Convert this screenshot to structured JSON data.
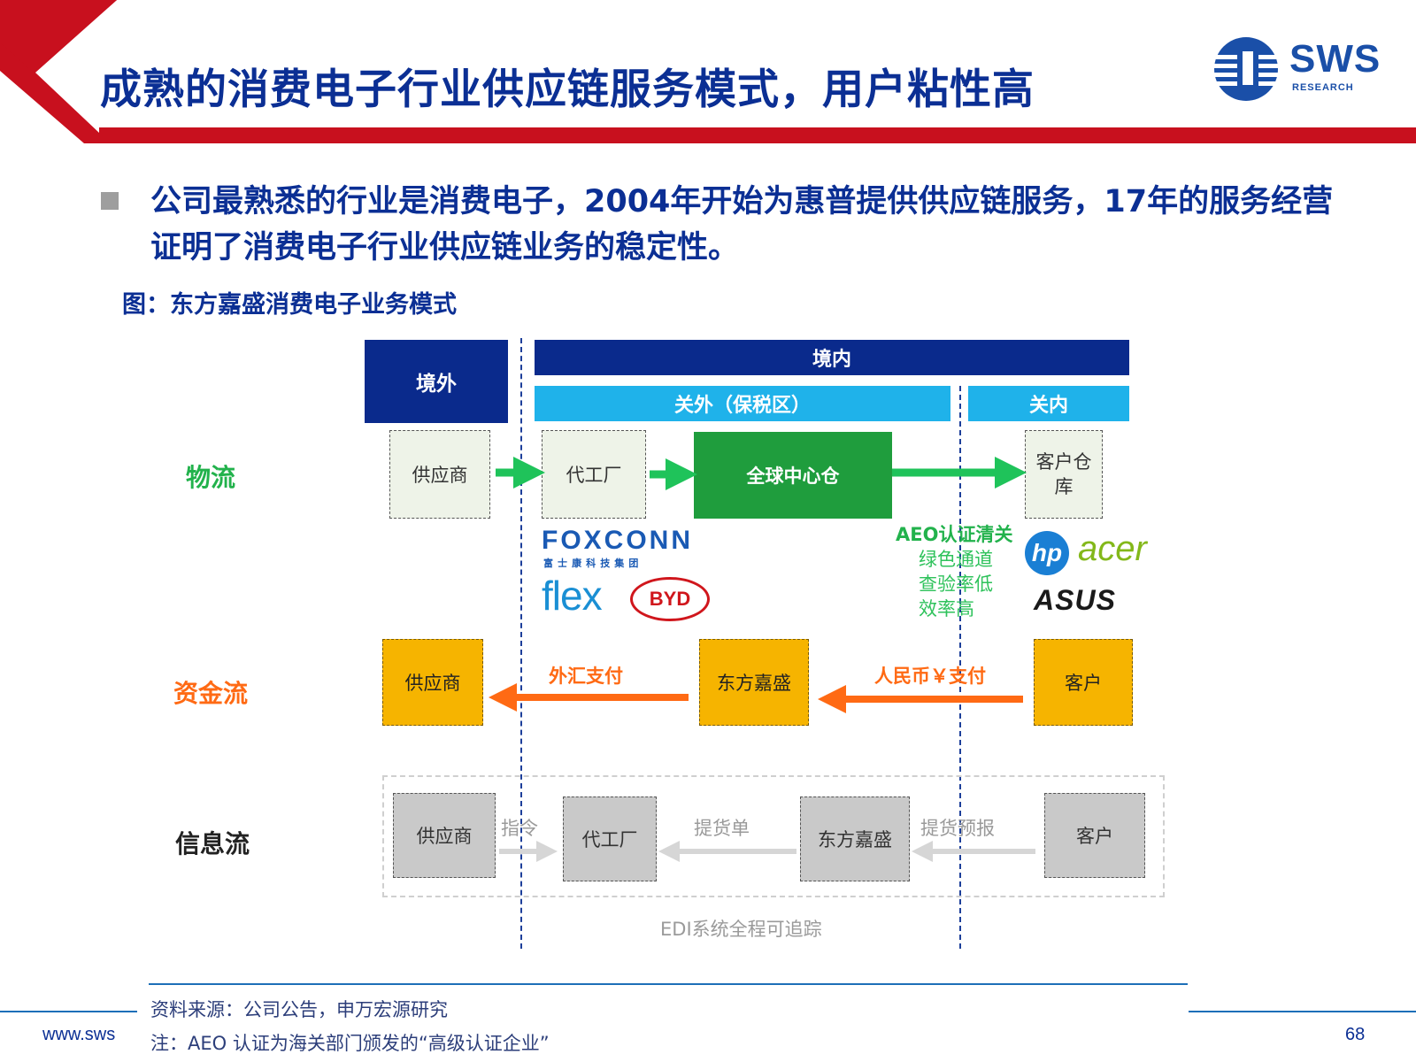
{
  "header": {
    "title": "成熟的消费电子行业供应链服务模式，用户粘性高",
    "logo_text": "SWS",
    "logo_sub": "RESEARCH",
    "accent_color": "#c8101e",
    "title_color": "#0b2f94"
  },
  "bullet": {
    "text": "公司最熟悉的行业是消费电子，2004年开始为惠普提供供应链服务，17年的服务经营证明了消费电子行业供应链业务的稳定性。"
  },
  "figure": {
    "caption": "图：东方嘉盛消费电子业务模式",
    "zones": {
      "overseas": "境外",
      "domestic": "境内",
      "bonded": "关外（保税区）",
      "inland": "关内"
    },
    "rows": {
      "logistics": "物流",
      "capital": "资金流",
      "info": "信息流"
    },
    "logistics": {
      "supplier": "供应商",
      "factory": "代工厂",
      "hub": "全球中心仓",
      "customer_wh": "客户仓库"
    },
    "aeo": {
      "title": "AEO认证清关",
      "line1": "绿色通道",
      "line2": "查验率低",
      "line3": "效率高"
    },
    "brands": {
      "foxconn": "FOXCONN",
      "foxconn_cn": "富 士 康 科 技 集 团",
      "flex": "flex",
      "byd": "BYD",
      "hp": "hp",
      "acer": "acer",
      "asus": "ASUS"
    },
    "capital": {
      "supplier": "供应商",
      "company": "东方嘉盛",
      "customer": "客户",
      "fx_pay": "外汇支付",
      "rmb_pay": "人民币￥支付"
    },
    "info": {
      "supplier": "供应商",
      "factory": "代工厂",
      "company": "东方嘉盛",
      "customer": "客户",
      "instruction": "指令",
      "bill": "提货单",
      "forecast": "提货预报",
      "edi": "EDI系统全程可追踪"
    },
    "colors": {
      "navy": "#0a2a8c",
      "cyan": "#1fb2ea",
      "green": "#1f9d3d",
      "arrow_green": "#1fc35a",
      "orange": "#ff6a14",
      "gold": "#f6b400",
      "gray": "#c9c9c9"
    }
  },
  "footer": {
    "source": "资料来源：公司公告，申万宏源研究",
    "note": "注：AEO 认证为海关部门颁发的“高级认证企业”",
    "url": "www.sws",
    "page": "68"
  }
}
